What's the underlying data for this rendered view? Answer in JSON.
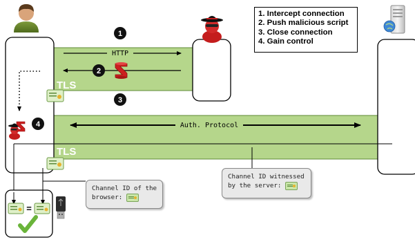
{
  "legend": {
    "items": [
      "1. Intercept connection",
      "2. Push malicious script",
      "3. Close connection",
      "4. Gain control"
    ]
  },
  "labels": {
    "http": "HTTP",
    "tls_top": "TLS",
    "tls_bottom": "TLS",
    "auth_protocol": "Auth. Protocol",
    "equals": "="
  },
  "steps": [
    "1",
    "2",
    "3",
    "4"
  ],
  "callouts": {
    "browser": {
      "line1": "Channel ID of the",
      "line2": "browser:"
    },
    "server": {
      "line1": "Channel ID witnessed",
      "line2": "by the server:"
    }
  },
  "colors": {
    "channel_fill": "#b5d68b",
    "channel_stroke": "#5e8a36",
    "attacker_red": "#cc1f1f",
    "step_marker": "#111111"
  },
  "icons": [
    "user-icon",
    "attacker-icon",
    "server-icon",
    "usb-token-icon",
    "checkmark-icon",
    "certificate-icon"
  ]
}
